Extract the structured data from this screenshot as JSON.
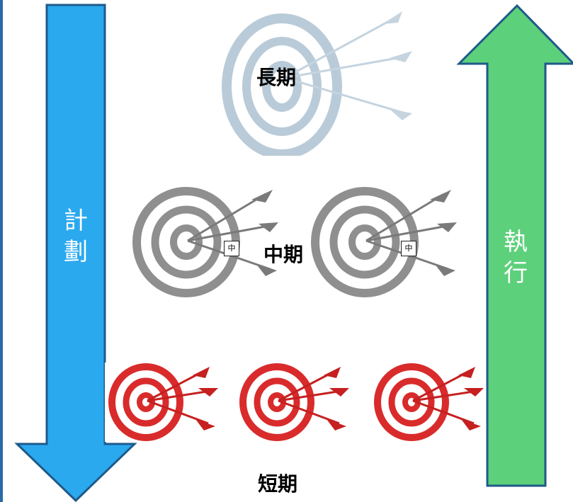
{
  "diagram": {
    "plan_label": "計劃",
    "execute_label": "執行",
    "long_term_label": "長期",
    "mid_term_label": "中期",
    "short_term_label": "短期",
    "mid_tag_text": "中"
  },
  "colors": {
    "plan_arrow": "#2aa9ef",
    "execute_arrow": "#5cd07a",
    "arrow_outline": "#1e5a8a",
    "long_target": "#b9cbd8",
    "mid_target": "#8f8f8f",
    "short_target": "#d92b2b"
  }
}
